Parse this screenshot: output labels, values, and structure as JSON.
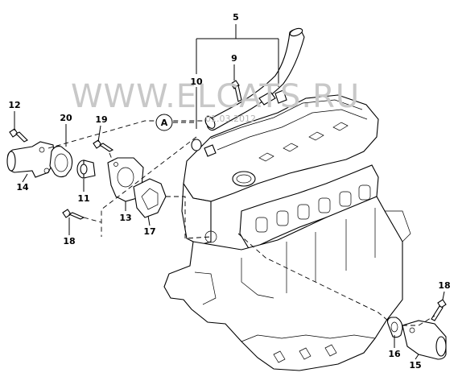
{
  "watermark": {
    "text": "WWW.ELCATS.RU",
    "date": "01.03.2012"
  },
  "callouts": {
    "c5": "5",
    "c9": "9",
    "c10": "10",
    "c12": "12",
    "c20": "20",
    "c19": "19",
    "cA": "A",
    "c14": "14",
    "c11": "11",
    "c13": "13",
    "c17": "17",
    "c18a": "18",
    "c18b": "18",
    "c16": "16",
    "c15": "15"
  }
}
